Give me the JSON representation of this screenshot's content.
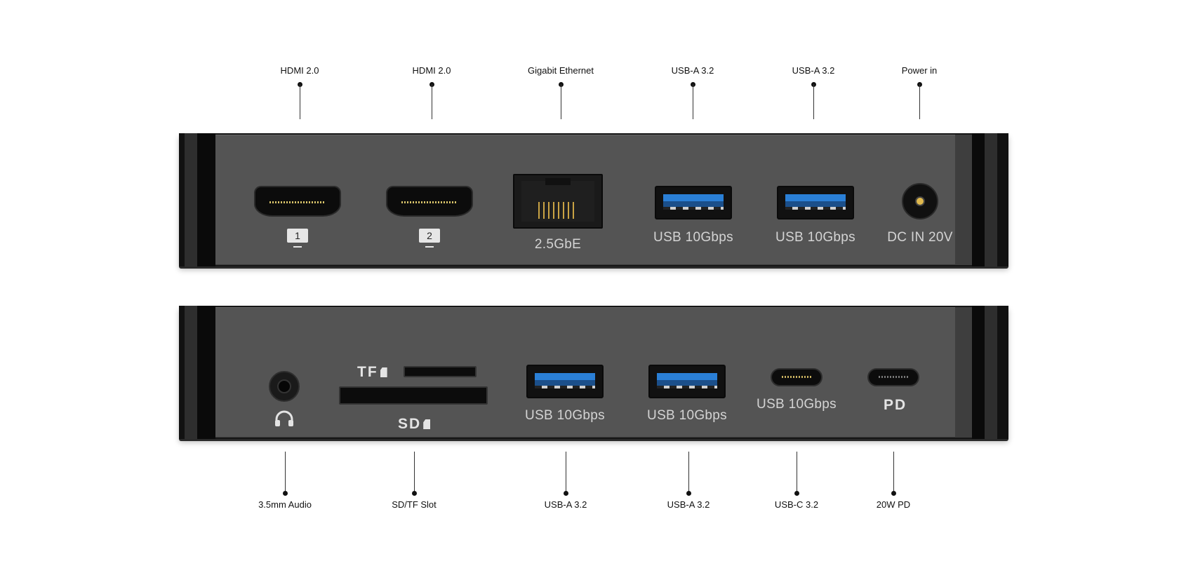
{
  "top_callouts": [
    "HDMI 2.0",
    "HDMI 2.0",
    "Gigabit Ethernet",
    "USB-A 3.2",
    "USB-A 3.2",
    "Power in"
  ],
  "bottom_callouts": [
    "3.5mm Audio",
    "SD/TF Slot",
    "USB-A 3.2",
    "USB-A 3.2",
    "USB-C 3.2",
    "20W PD"
  ],
  "top_dock": {
    "hdmi1_badge": "1",
    "hdmi2_badge": "2",
    "ethernet_label": "2.5GbE",
    "usb_a1_label": "USB 10Gbps",
    "usb_a2_label": "USB 10Gbps",
    "dc_label": "DC IN 20V"
  },
  "bottom_dock": {
    "tf_label": "TF",
    "sd_label": "SD",
    "usb_a1_label": "USB 10Gbps",
    "usb_a2_label": "USB 10Gbps",
    "usb_c_label": "USB 10Gbps",
    "pd_label": "PD"
  },
  "colors": {
    "background": "#ffffff",
    "panel": "#545454",
    "usb_blue": "#2a7fd6",
    "pin_gold": "#e0b94e"
  },
  "icons": [
    "monitor-icon",
    "headphones-icon",
    "sd-card-icon"
  ]
}
